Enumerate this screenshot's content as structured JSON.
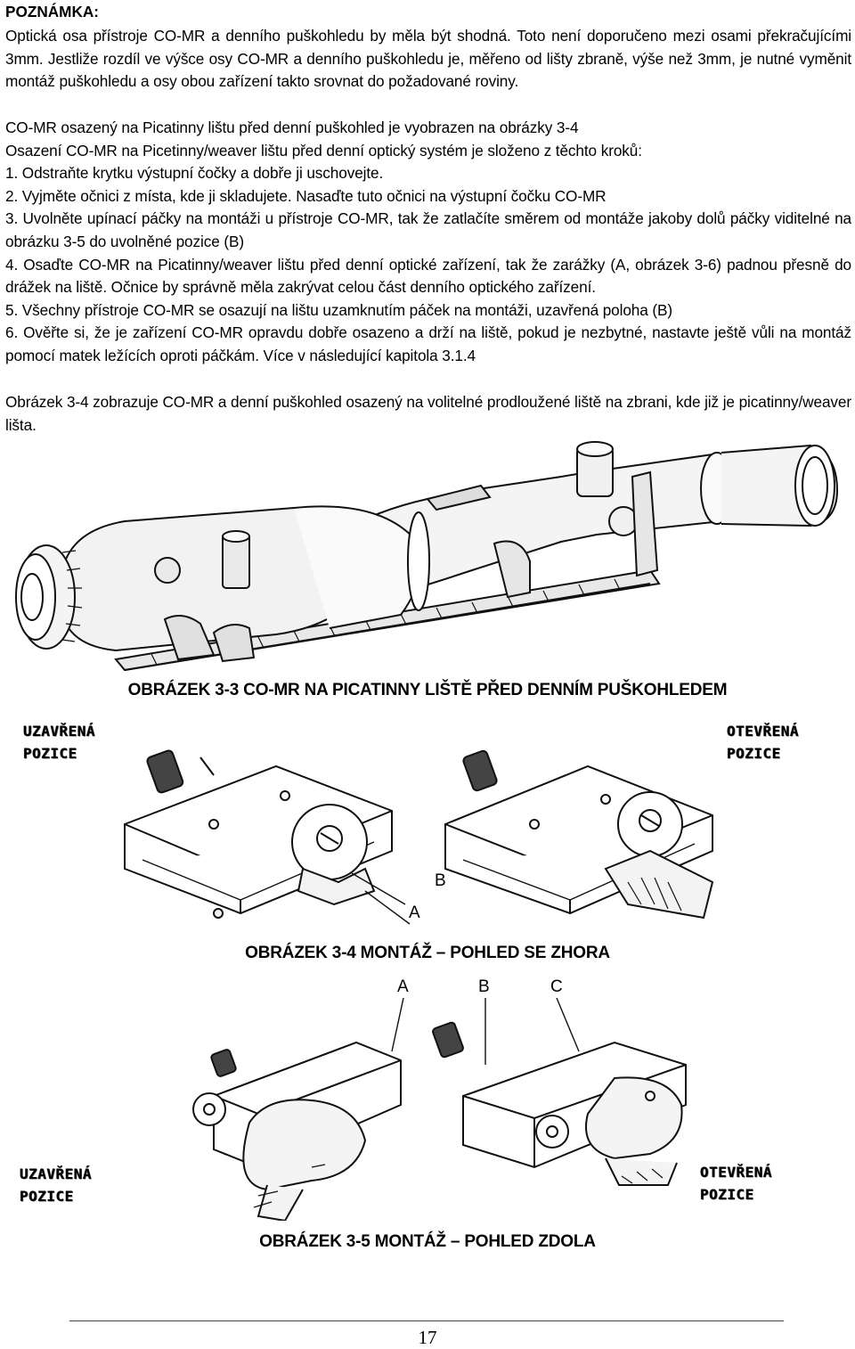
{
  "note": {
    "heading": "POZNÁMKA:",
    "text": "Optická osa přístroje CO-MR a denního puškohledu by měla být shodná. Toto není doporučeno mezi osami překračujícími 3mm. Jestliže rozdíl ve výšce osy CO-MR a denního puškohledu je, měřeno od lišty zbraně, výše než 3mm, je nutné vyměnit montáž puškohledu a osy obou zařízení takto srovnat do požadované roviny."
  },
  "instructions": {
    "intro": "CO-MR osazený na Picatinny lištu před denní puškohled je vyobrazen na obrázky 3-4",
    "lead": "Osazení CO-MR na Picetinny/weaver lištu před denní optický systém je složeno z těchto kroků:",
    "steps": [
      "1. Odstraňte krytku výstupní čočky a dobře ji uschovejte.",
      "2. Vyjměte očnici z místa, kde ji skladujete. Nasaďte tuto očnici na výstupní čočku CO-MR",
      "3. Uvolněte upínací páčky na montáži u přístroje CO-MR, tak že zatlačíte směrem od montáže jakoby dolů páčky viditelné na obrázku 3-5 do uvolněné pozice (B)",
      "4. Osaďte CO-MR na Picatinny/weaver lištu před denní optické zařízení, tak že zarážky (A, obrázek 3-6) padnou přesně do drážek na liště. Očnice by správně měla zakrývat celou část denního optického zařízení.",
      "5. Všechny přístroje CO-MR se osazují na lištu uzamknutím páček na montáži, uzavřená poloha (B)",
      "6. Ověřte si, že je zařízení CO-MR opravdu dobře osazeno a drží na liště, pokud je nezbytné, nastavte ještě vůli na montáž pomocí matek ležících oproti páčkám. Více v následující kapitola 3.1.4"
    ],
    "figure_note": "Obrázek 3-4 zobrazuje CO-MR a denní puškohled osazený na volitelné prodloužené liště na zbrani, kde již je picatinny/weaver lišta."
  },
  "figures": {
    "fig33": {
      "caption": "OBRÁZEK 3-3 CO-MR NA PICATINNY LIŠTĚ PŘED DENNÍM PUŠKOHLEDEM"
    },
    "fig34": {
      "caption": "OBRÁZEK 3-4 MONTÁŽ – POHLED SE ZHORA",
      "label_closed_1": "UZAVŘENÁ",
      "label_closed_2": "POZICE",
      "label_open_1": "OTEVŘENÁ",
      "label_open_2": "POZICE",
      "marker_a": "A",
      "marker_b": "B"
    },
    "fig35": {
      "caption": "OBRÁZEK 3-5 MONTÁŽ – POHLED ZDOLA",
      "label_closed_1": "UZAVŘENÁ",
      "label_closed_2": "POZICE",
      "label_open_1": "OTEVŘENÁ",
      "label_open_2": "POZICE",
      "marker_a": "A",
      "marker_b": "B",
      "marker_c": "C"
    }
  },
  "footer": {
    "page_number": "17"
  }
}
